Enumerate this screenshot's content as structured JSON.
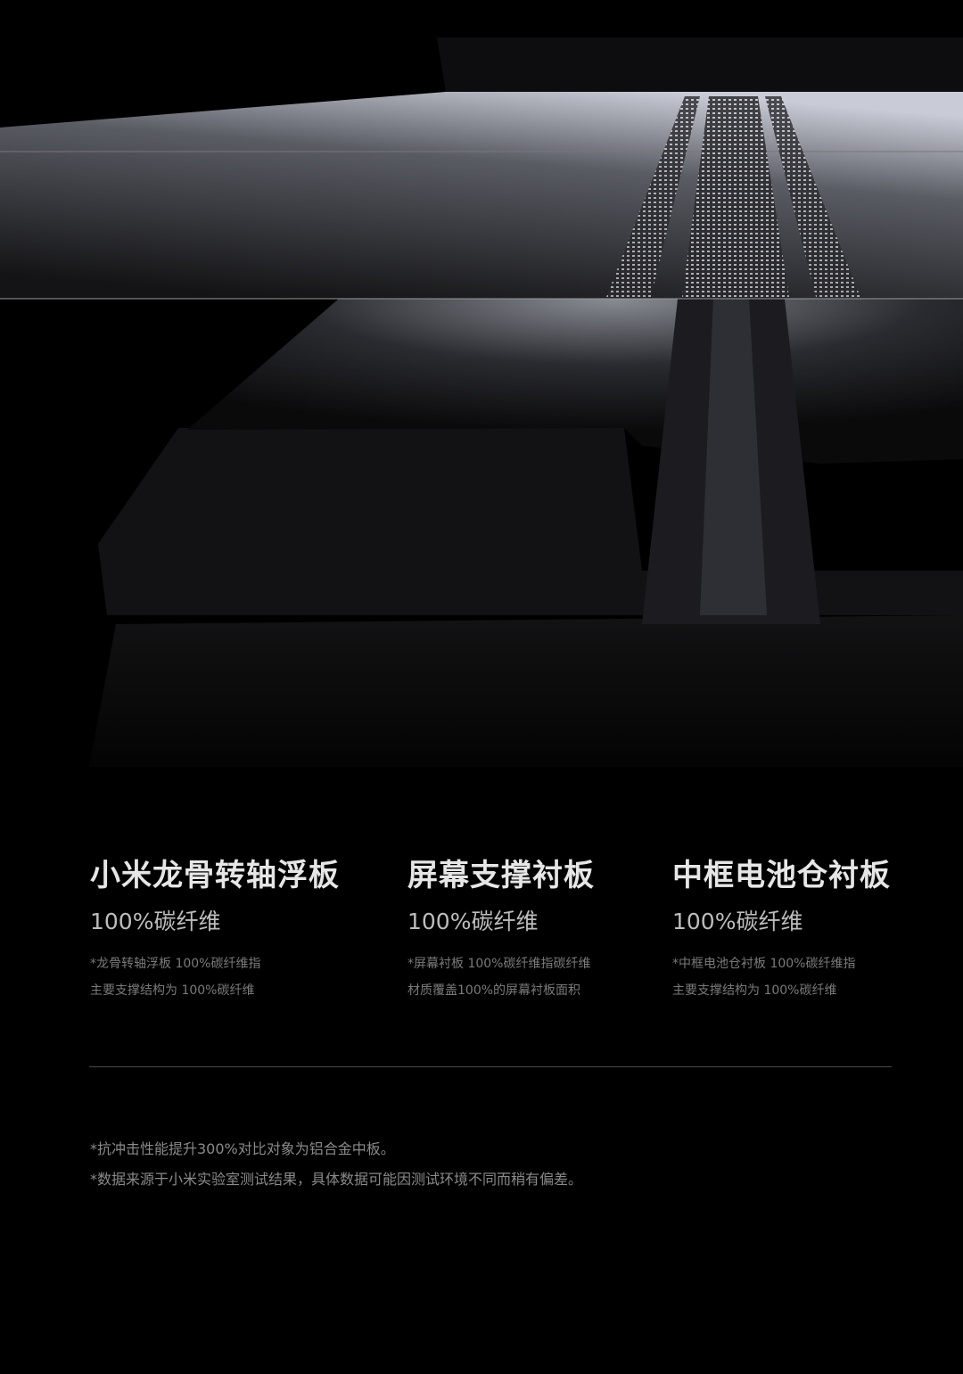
{
  "features": [
    {
      "title": "小米龙骨转轴浮板",
      "subtitle": "100%碳纤维",
      "notes": [
        "*龙骨转轴浮板 100%碳纤维指",
        "主要支撑结构为 100%碳纤维"
      ]
    },
    {
      "title": "屏幕支撑衬板",
      "subtitle": "100%碳纤维",
      "notes": [
        "*屏幕衬板 100%碳纤维指碳纤维",
        "材质覆盖100%的屏幕衬板面积"
      ]
    },
    {
      "title": "中框电池仓衬板",
      "subtitle": "100%碳纤维",
      "notes": [
        "*中框电池仓衬板 100%碳纤维指",
        "主要支撑结构为 100%碳纤维"
      ]
    }
  ],
  "footnotes": [
    "*抗冲击性能提升300%对比对象为铝合金中板。",
    "*数据来源于小米实验室测试结果，具体数据可能因测试环境不同而稍有偏差。"
  ]
}
